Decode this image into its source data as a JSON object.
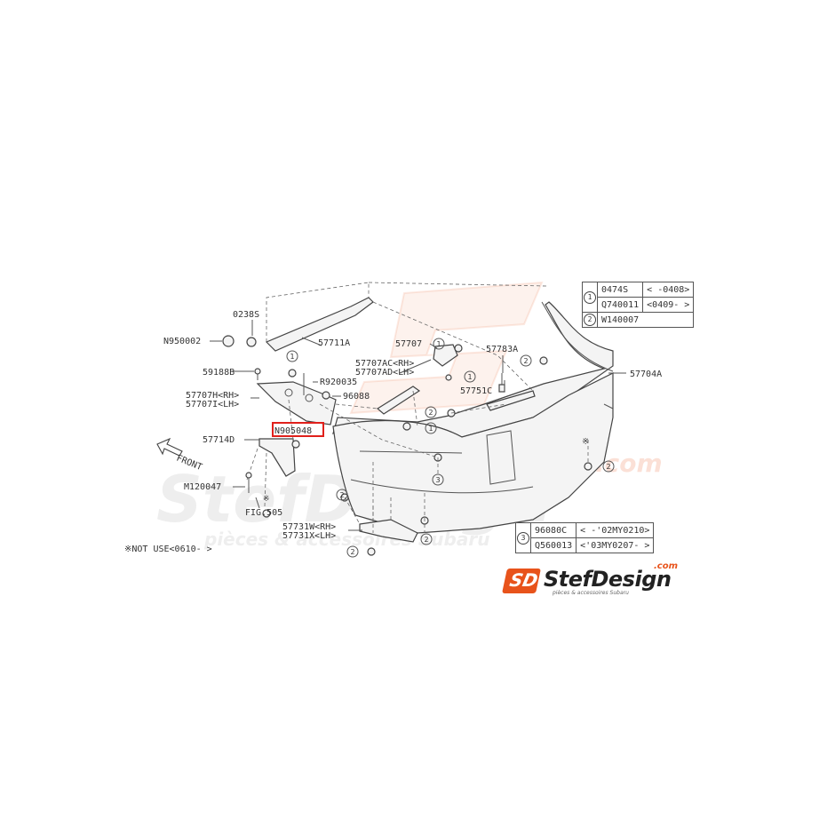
{
  "labels": {
    "l_0238s": "0238S",
    "l_n950002": "N950002",
    "l_57711a": "57711A",
    "l_59188b": "59188B",
    "l_r920035": "R920035",
    "l_57707h": "57707H<RH>",
    "l_57707i": "57707I<LH>",
    "l_96088": "96088",
    "l_n905048": "N905048",
    "l_57714d": "57714D",
    "l_front": "FRONT",
    "l_m120047": "M120047",
    "l_fig505": "FIG.505",
    "l_not_use": "※NOT USE<0610-  >",
    "l_57707": "57707",
    "l_57707ac": "57707AC<RH>",
    "l_57707ad": "57707AD<LH>",
    "l_57783a": "57783A",
    "l_57751c": "57751C",
    "l_57704a": "57704A",
    "l_57731w": "57731W<RH>",
    "l_57731x": "57731X<LH>"
  },
  "table1": {
    "rows": [
      {
        "num": "1",
        "part": "0474S",
        "range": "<   -0408>"
      },
      {
        "num": "",
        "part": "Q740011",
        "range": "<0409-    >"
      },
      {
        "num": "2",
        "part": "W140007",
        "range": ""
      }
    ]
  },
  "table2": {
    "rows": [
      {
        "num": "3",
        "part": "96080C",
        "range": "<      -'02MY0210>"
      },
      {
        "num": "",
        "part": "Q560013",
        "range": "<'03MY0207-      >"
      }
    ]
  },
  "logo": {
    "mark": "SD",
    "name": "StefDesign",
    "com": ".com",
    "tagline": "pièces & accessoires Subaru"
  },
  "watermark": {
    "name": "StefDesign",
    "com": ".com",
    "tagline": "pièces & accessoires Subaru"
  },
  "colors": {
    "highlight": "#e0201b",
    "brand_orange": "#e8531b"
  }
}
